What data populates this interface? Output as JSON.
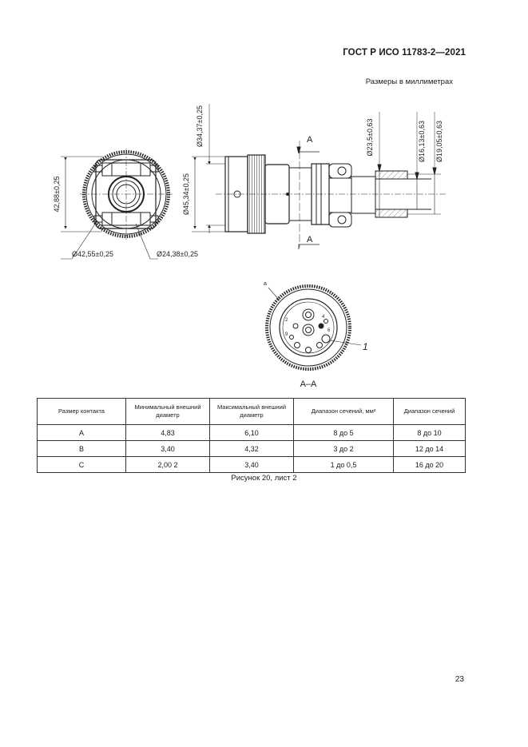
{
  "header": {
    "standard": "ГОСТ Р ИСО 11783-2—2021",
    "units_note": "Размеры в миллиметрах"
  },
  "drawing": {
    "front_view": {
      "height_dim": "42,88±0,25",
      "outer_diameter": "Ø42,55±0,25",
      "inner_diameter": "Ø24,38±0,25"
    },
    "side_view": {
      "dim_a": "Ø34,37±0,25",
      "dim_b": "Ø45,34±0,25",
      "dim_c": "Ø23,5±0,63",
      "dim_d": "Ø16,13±0,63",
      "dim_e": "Ø19,05±0,63",
      "section_top": "A",
      "section_bottom": "A"
    },
    "section_view": {
      "label": "A–A",
      "callout_a": "a",
      "callout_1": "1",
      "pin_labels": [
        "2",
        "4",
        "9",
        "6"
      ]
    }
  },
  "table": {
    "headers": [
      "Размер контакта",
      "Минимальный внешний диаметр",
      "Максимальный внешний диаметр",
      "Диапазон сечений, мм²",
      "Диапазон сечений"
    ],
    "rows": [
      [
        "A",
        "4,83",
        "6,10",
        "8 до 5",
        "8 до 10"
      ],
      [
        "B",
        "3,40",
        "4,32",
        "3 до 2",
        "12 до 14"
      ],
      [
        "C",
        "2,00 2",
        "3,40",
        "1 до 0,5",
        "16 до 20"
      ]
    ]
  },
  "caption": "Рисунок 20, лист 2",
  "page_number": "23"
}
